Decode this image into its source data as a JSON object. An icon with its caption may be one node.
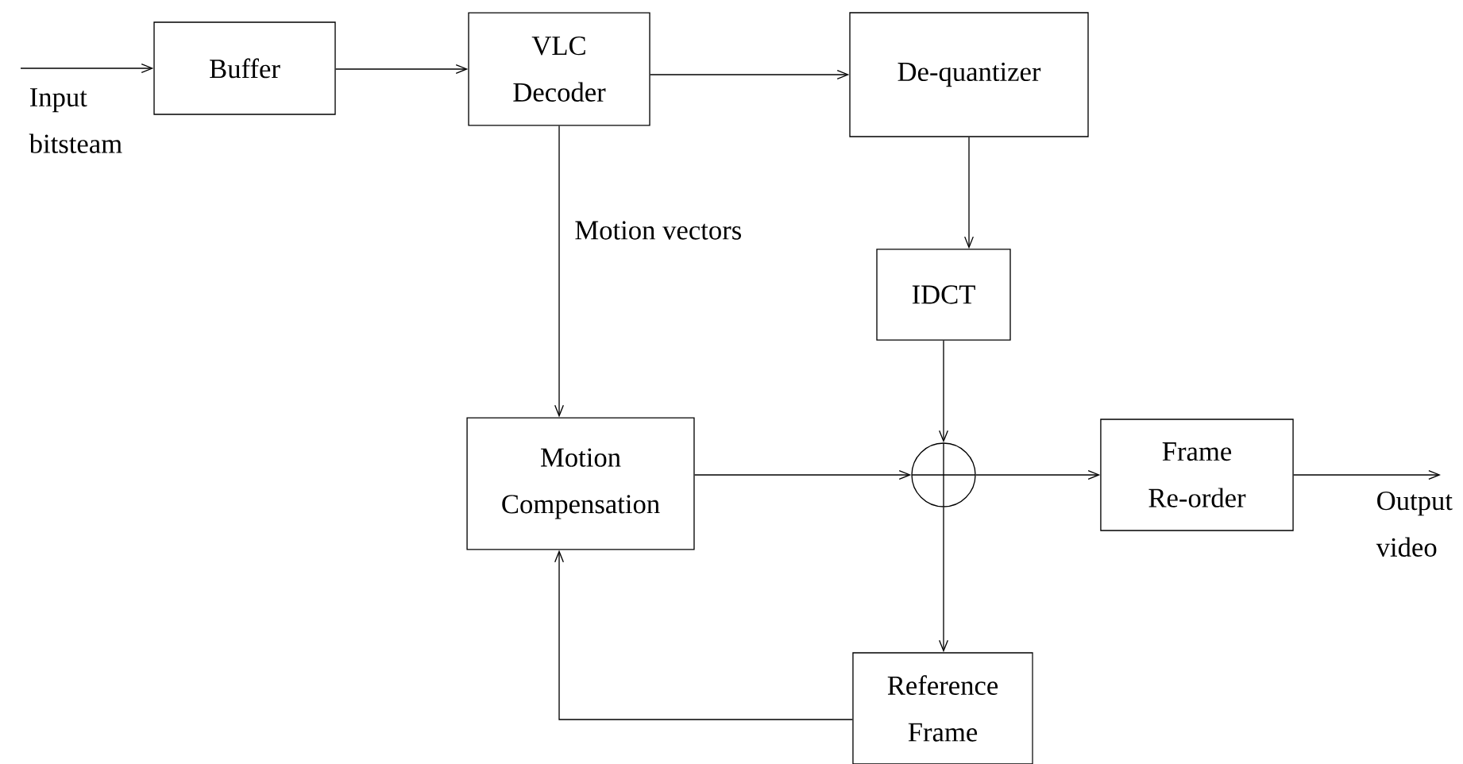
{
  "diagram": {
    "nodes": [
      {
        "text": [
          "Buffer"
        ]
      },
      {
        "text": [
          "VLC Decoder"
        ]
      },
      {
        "text": [
          "De-quantizer"
        ]
      },
      {
        "text": [
          "IDCT"
        ]
      },
      {
        "text": [],
        "shape": "circle"
      },
      {
        "text": [
          "Motion Compensation"
        ]
      },
      {
        "text": [
          "Frame Re-order"
        ]
      },
      {
        "text": [
          "Reference Frame"
        ]
      },
      {
        "text": [
          "Input bitsteam"
        ]
      },
      {
        "text": [
          "Output video"
        ]
      }
    ],
    "edges": [
      {
        "from": 8,
        "to": 0,
        "arrow": "to"
      },
      {
        "from": 0,
        "to": 1,
        "arrow": "to"
      },
      {
        "from": 1,
        "to": 2,
        "arrow": "to"
      },
      {
        "from": 2,
        "to": 3,
        "arrow": "to"
      },
      {
        "from": 3,
        "to": 4,
        "arrow": "to"
      },
      {
        "from": 1,
        "to": 5,
        "arrow": "to",
        "label": "Motion vectors"
      },
      {
        "from": 5,
        "to": 4,
        "arrow": "to"
      },
      {
        "from": 4,
        "to": 6,
        "arrow": "to"
      },
      {
        "from": 6,
        "to": 9,
        "arrow": "to"
      },
      {
        "from": 4,
        "to": 7,
        "arrow": "to"
      },
      {
        "from": 7,
        "to": 5,
        "arrow": "to"
      }
    ]
  }
}
